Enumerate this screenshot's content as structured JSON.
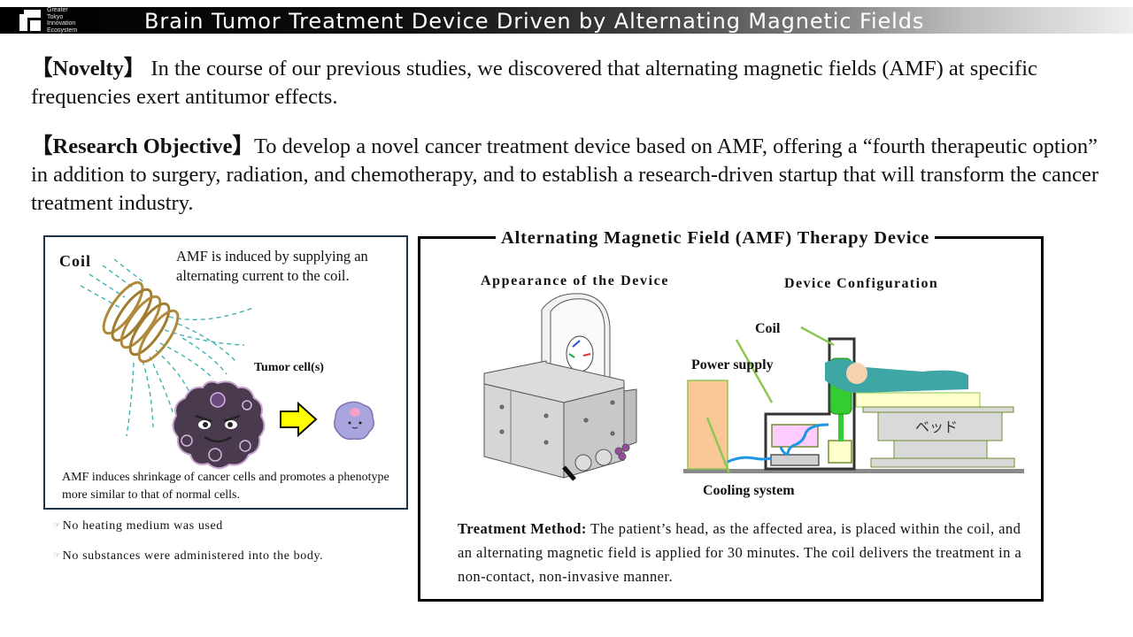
{
  "header": {
    "logo_lines": [
      "Greater",
      "Tokyo",
      "Innovation",
      "Ecosystem"
    ],
    "title": "Brain Tumor Treatment Device Driven by Alternating Magnetic Fields"
  },
  "intro": {
    "novelty": {
      "label": "【Novelty】",
      "text": " In the course of our previous studies, we discovered that alternating magnetic fields (AMF) at specific frequencies exert antitumor effects."
    },
    "objective": {
      "label": "【Research Objective】",
      "text": "To develop a novel cancer treatment device based on AMF, offering a “fourth therapeutic option” in addition to surgery, radiation, and chemotherapy, and to establish a research-driven startup that will transform the cancer treatment industry."
    }
  },
  "mechanism_panel": {
    "coil_label": "Coil",
    "induced_text": "AMF is induced by supplying an alternating current to the coil.",
    "tumor_label": "Tumor cell(s)",
    "effect_text": "AMF induces shrinkage of cancer cells and promotes a phenotype more similar to that of normal cells.",
    "icons": {
      "coil": "coil-icon",
      "field_arrows": "magnetic-field-arrows-icon",
      "tumor_cell": "tumor-cell-icon",
      "arrow": "right-arrow-icon",
      "normal_cell": "normal-cell-icon"
    },
    "colors": {
      "border": "#1e3345",
      "field_arrows": "#3fb3b0",
      "yellow_arrow": "#ffff00"
    }
  },
  "notes": [
    {
      "icon": "pointing-hand-icon",
      "glyph": "☞",
      "text": "No heating medium was used"
    },
    {
      "icon": "pointing-hand-icon",
      "glyph": "☞",
      "text": "No substances were administered into the body."
    }
  ],
  "device_panel": {
    "title": "Alternating Magnetic Field (AMF) Therapy Device",
    "appearance_heading": "Appearance of the Device",
    "configuration_heading": "Device Configuration",
    "config_labels": {
      "coil": "Coil",
      "power_supply": "Power supply",
      "cooling_system": "Cooling system",
      "bed": "ベッド"
    },
    "treatment_method": {
      "label": "Treatment Method:",
      "text": " The patient’s head, as the affected area, is placed within the coil, and an alternating magnetic field is applied for 30 minutes. The coil delivers the treatment in a non-contact, non-invasive manner."
    },
    "colors": {
      "coil": "#33cc33",
      "power_supply": "#ffccff",
      "cooling_system": "#fac896",
      "bed": "#d9d9d9",
      "mattress": "#ffffcc",
      "hose": "#1e96e6",
      "callout": "#8cc850"
    }
  }
}
